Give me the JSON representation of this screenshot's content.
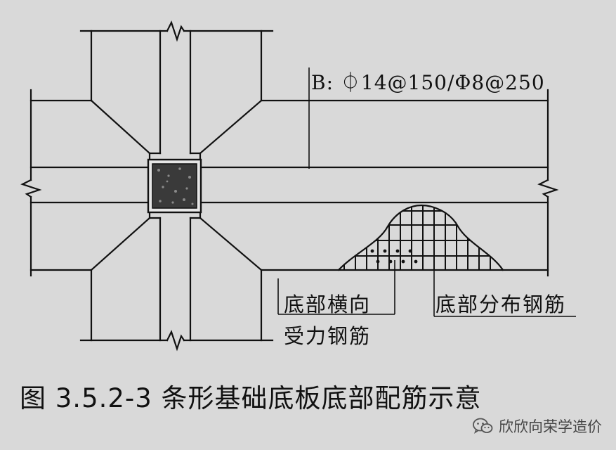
{
  "labels": {
    "rebar_spec": "B: ⏀14@150/Φ8@250",
    "bottom_transverse_line1": "底部横向",
    "bottom_transverse_line2": "受力钢筋",
    "bottom_distribution": "底部分布钢筋"
  },
  "caption": "图 3.5.2-3  条形基础底板底部配筋示意",
  "watermark": {
    "icon": "wechat-icon",
    "text": "欣欣向荣学造价"
  },
  "colors": {
    "background": "#d9d9d9",
    "ink": "#111111",
    "column_fill": "#3a3a3a"
  }
}
